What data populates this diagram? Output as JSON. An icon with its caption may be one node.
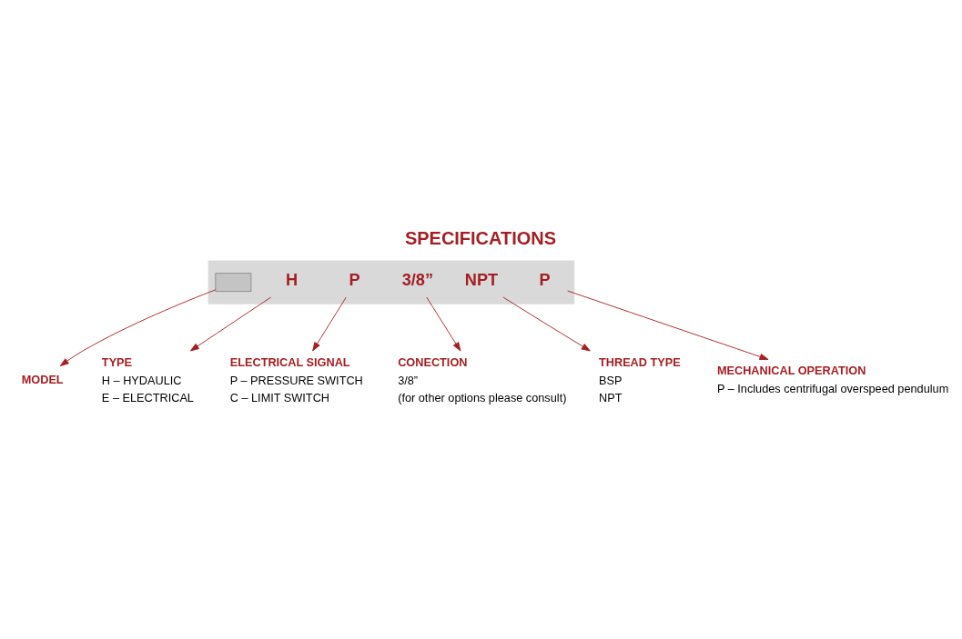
{
  "diagram": {
    "title": "SPECIFICATIONS",
    "nodes": [
      {
        "text": [],
        "shape": "bar"
      },
      {
        "text": [],
        "shape": "box",
        "in": 0
      },
      {
        "text": [
          "H"
        ],
        "in": 0
      },
      {
        "text": [
          "P"
        ],
        "in": 0
      },
      {
        "text": [
          "3/8”"
        ],
        "in": 0
      },
      {
        "text": [
          "NPT"
        ],
        "in": 0
      },
      {
        "text": [
          "P"
        ],
        "in": 0
      },
      {
        "text": [
          "MODEL"
        ]
      },
      {
        "text": [
          "TYPE",
          "H – HYDAULIC",
          "E – ELECTRICAL"
        ]
      },
      {
        "text": [
          "ELECTRICAL SIGNAL",
          "P – PRESSURE SWITCH",
          "C – LIMIT SWITCH"
        ]
      },
      {
        "text": [
          "CONECTION",
          "3/8”",
          "(for other options please consult)"
        ]
      },
      {
        "text": [
          "THREAD TYPE",
          "BSP",
          "NPT"
        ]
      },
      {
        "text": [
          "MECHANICAL OPERATION",
          "P – Includes centrifugal overspeed pendulum"
        ]
      }
    ],
    "edges": [
      {
        "from": 1,
        "to": 7,
        "arrow": "to"
      },
      {
        "from": 2,
        "to": 8,
        "arrow": "to"
      },
      {
        "from": 3,
        "to": 9,
        "arrow": "to"
      },
      {
        "from": 4,
        "to": 10,
        "arrow": "to"
      },
      {
        "from": 5,
        "to": 11,
        "arrow": "to"
      },
      {
        "from": 6,
        "to": 12,
        "arrow": "to"
      }
    ]
  }
}
